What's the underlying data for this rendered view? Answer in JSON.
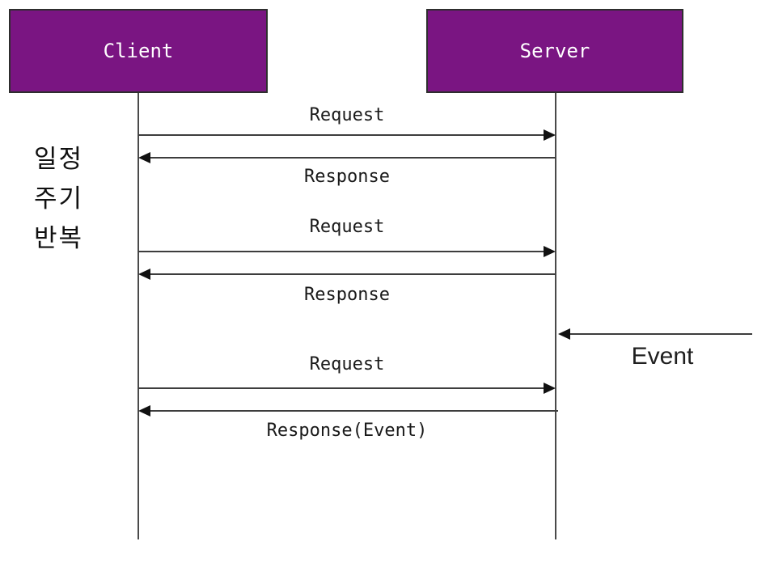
{
  "diagram": {
    "type": "sequence-diagram",
    "actors": [
      {
        "label": "Client"
      },
      {
        "label": "Server"
      }
    ],
    "note": {
      "text": "일정 주기 반복",
      "lines": [
        "일정",
        "주기",
        "반복"
      ]
    },
    "messages": [
      {
        "label": "Request",
        "from": "Client",
        "to": "Server",
        "direction": "right"
      },
      {
        "label": "Response",
        "from": "Server",
        "to": "Client",
        "direction": "left"
      },
      {
        "label": "Request",
        "from": "Client",
        "to": "Server",
        "direction": "right"
      },
      {
        "label": "Response",
        "from": "Server",
        "to": "Client",
        "direction": "left"
      },
      {
        "label": "Event",
        "from": "external",
        "to": "Server",
        "direction": "left"
      },
      {
        "label": "Request",
        "from": "Client",
        "to": "Server",
        "direction": "right"
      },
      {
        "label": "Response(Event)",
        "from": "Server",
        "to": "Client",
        "direction": "left"
      }
    ],
    "colors": {
      "actor_fill": "#7a1582",
      "actor_border": "#2e2e2e",
      "actor_text": "#ffffff",
      "line": "#3d3d3d",
      "arrowhead": "#111111",
      "label_text": "#1a1a1a",
      "background": "#ffffff"
    }
  }
}
